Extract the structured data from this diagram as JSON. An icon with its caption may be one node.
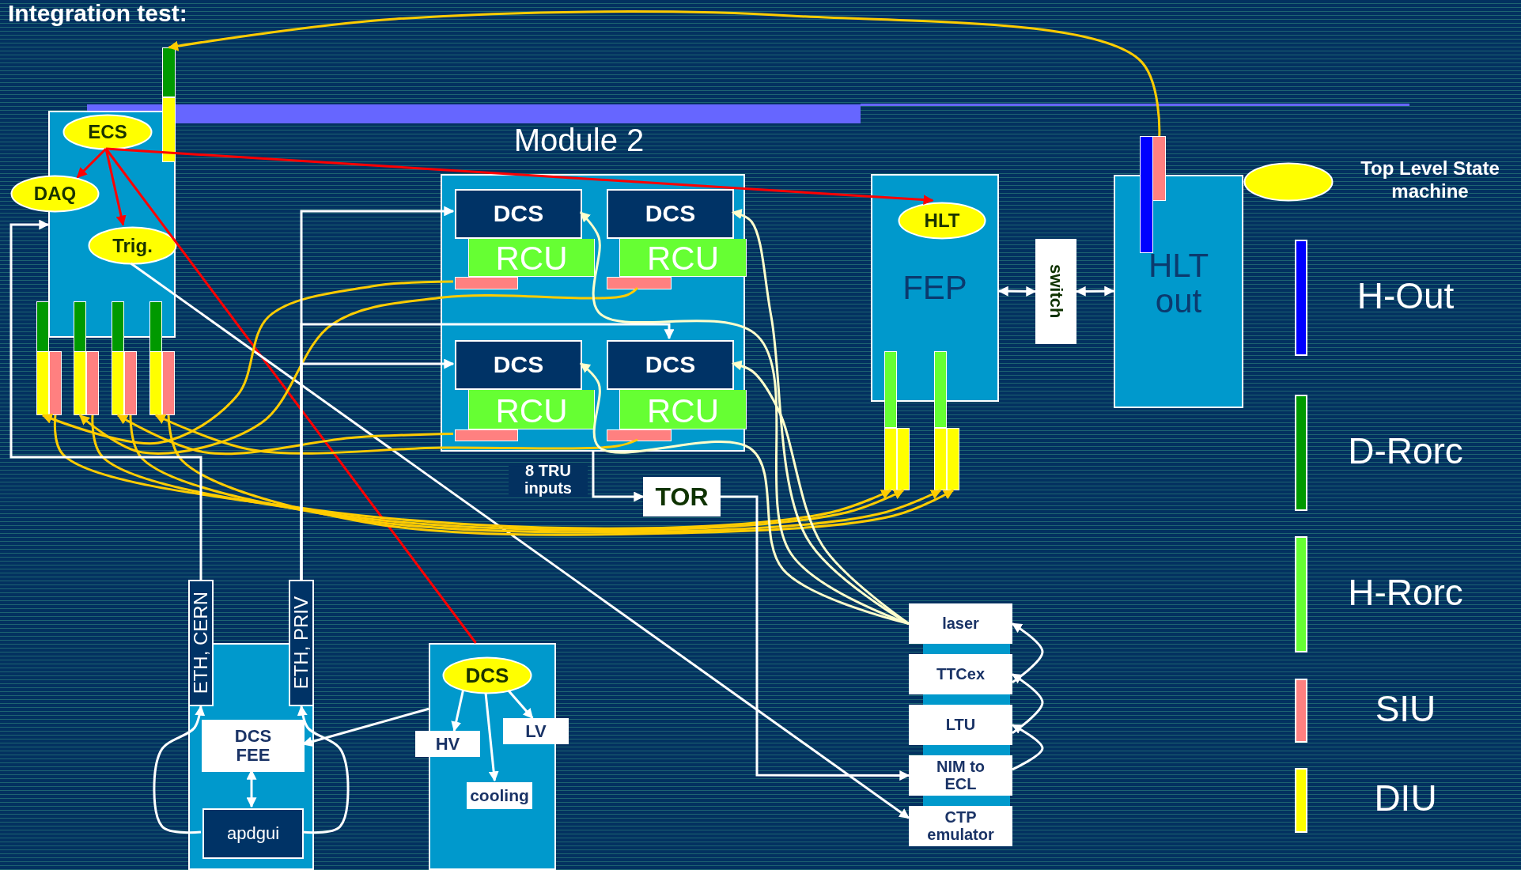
{
  "diagram": {
    "title": "Integration test:",
    "nodes": [
      {
        "text": [],
        "shape": "box"
      },
      {
        "text": [
          "ECS"
        ],
        "in": 0
      },
      {
        "text": [
          "DAQ"
        ]
      },
      {
        "text": [
          "Trig."
        ],
        "in": 0
      },
      {
        "text": [],
        "shape": "bar"
      },
      {
        "text": [],
        "shape": "bar"
      },
      {
        "text": [],
        "shape": "bar"
      },
      {
        "text": [],
        "shape": "bar"
      },
      {
        "text": [],
        "shape": "bar"
      },
      {
        "text": [],
        "shape": "box"
      },
      {
        "text": [
          "DCS"
        ],
        "in": 9
      },
      {
        "text": [
          "RCU"
        ],
        "in": 9
      },
      {
        "text": [],
        "shape": "bar",
        "in": 9
      },
      {
        "text": [
          "DCS"
        ],
        "in": 9
      },
      {
        "text": [
          "RCU"
        ],
        "in": 9
      },
      {
        "text": [],
        "shape": "bar",
        "in": 9
      },
      {
        "text": [
          "DCS"
        ],
        "in": 9
      },
      {
        "text": [
          "RCU"
        ],
        "in": 9
      },
      {
        "text": [],
        "shape": "bar",
        "in": 9
      },
      {
        "text": [
          "DCS"
        ],
        "in": 9
      },
      {
        "text": [
          "RCU"
        ],
        "in": 9
      },
      {
        "text": [],
        "shape": "bar",
        "in": 9
      },
      {
        "text": [
          "TOR"
        ]
      },
      {
        "text": [
          "FEP"
        ]
      },
      {
        "text": [
          "HLT"
        ],
        "in": 23
      },
      {
        "text": [],
        "shape": "bar"
      },
      {
        "text": [],
        "shape": "bar"
      },
      {
        "text": [
          "switch"
        ]
      },
      {
        "text": [
          "HLT out"
        ]
      },
      {
        "text": [],
        "shape": "bar"
      },
      {
        "text": [],
        "shape": "ellipse",
        "beside": [
          "Top Level State machine"
        ]
      },
      {
        "text": [
          "ETH, CERN"
        ]
      },
      {
        "text": [
          "ETH, PRIV"
        ]
      },
      {
        "text": [],
        "shape": "box"
      },
      {
        "text": [
          "DCS FEE"
        ],
        "in": 33
      },
      {
        "text": [
          "apdgui"
        ],
        "in": 33
      },
      {
        "text": [],
        "shape": "box"
      },
      {
        "text": [
          "DCS"
        ],
        "in": 36
      },
      {
        "text": [
          "HV"
        ]
      },
      {
        "text": [
          "LV"
        ]
      },
      {
        "text": [
          "cooling"
        ],
        "in": 36
      },
      {
        "text": [
          "laser"
        ]
      },
      {
        "text": [
          "TTCex"
        ]
      },
      {
        "text": [
          "LTU"
        ]
      },
      {
        "text": [
          "NIM to ECL"
        ]
      },
      {
        "text": [
          "CTP emulator"
        ]
      }
    ],
    "edges": [
      {
        "from": 1,
        "to": 2,
        "arrow": "to",
        "color": "#ff0000"
      },
      {
        "from": 1,
        "to": 3,
        "arrow": "to",
        "color": "#ff0000"
      },
      {
        "from": 1,
        "to": 24,
        "arrow": "to",
        "color": "#ff0000"
      },
      {
        "from": 1,
        "to": 36,
        "arrow": "none",
        "color": "#ff0000"
      },
      {
        "from": 3,
        "to": 45,
        "arrow": "to"
      },
      {
        "from": 29,
        "to": 4,
        "arrow": "to",
        "color": "#ffcc00"
      },
      {
        "from": 12,
        "to": 5,
        "arrow": "to",
        "color": "#ffcc00"
      },
      {
        "from": 15,
        "to": 6,
        "arrow": "to",
        "color": "#ffcc00"
      },
      {
        "from": 18,
        "to": 7,
        "arrow": "to",
        "color": "#ffcc00"
      },
      {
        "from": 21,
        "to": 8,
        "arrow": "to",
        "color": "#ffcc00"
      },
      {
        "from": 5,
        "to": 25,
        "arrow": "to",
        "color": "#ffcc00"
      },
      {
        "from": 6,
        "to": 25,
        "arrow": "to",
        "color": "#ffcc00"
      },
      {
        "from": 7,
        "to": 26,
        "arrow": "to",
        "color": "#ffcc00"
      },
      {
        "from": 8,
        "to": 26,
        "arrow": "to",
        "color": "#ffcc00"
      },
      {
        "from": 41,
        "to": 10,
        "arrow": "to",
        "color": "#ffffcc"
      },
      {
        "from": 41,
        "to": 13,
        "arrow": "to",
        "color": "#ffffcc"
      },
      {
        "from": 41,
        "to": 16,
        "arrow": "to",
        "color": "#ffffcc"
      },
      {
        "from": 41,
        "to": 19,
        "arrow": "to",
        "color": "#ffffcc"
      },
      {
        "from": 31,
        "to": 0,
        "arrow": "to"
      },
      {
        "from": 32,
        "to": 10,
        "arrow": "to"
      },
      {
        "from": 32,
        "to": 19,
        "arrow": "to"
      },
      {
        "from": 32,
        "to": 16,
        "arrow": "to"
      },
      {
        "from": 35,
        "to": 31,
        "arrow": "to"
      },
      {
        "from": 35,
        "to": 32,
        "arrow": "to"
      },
      {
        "from": 34,
        "to": 35,
        "arrow": "both"
      },
      {
        "from": 36,
        "to": 34,
        "arrow": "to"
      },
      {
        "from": 37,
        "to": 38,
        "arrow": "to"
      },
      {
        "from": 37,
        "to": 39,
        "arrow": "to"
      },
      {
        "from": 37,
        "to": 40,
        "arrow": "to"
      },
      {
        "from": 9,
        "to": 22,
        "arrow": "to",
        "label": "8 TRU inputs"
      },
      {
        "from": 22,
        "to": 44,
        "arrow": "to"
      },
      {
        "from": 44,
        "to": 43,
        "arrow": "to"
      },
      {
        "from": 43,
        "to": 42,
        "arrow": "to"
      },
      {
        "from": 42,
        "to": 41,
        "arrow": "to"
      },
      {
        "from": 23,
        "to": 27,
        "arrow": "both"
      },
      {
        "from": 27,
        "to": 28,
        "arrow": "both"
      }
    ],
    "labels": [
      "Module 2"
    ],
    "legend": [
      {
        "text": "H-Out",
        "color": "#0000ff"
      },
      {
        "text": "D-Rorc",
        "color": "#009900"
      },
      {
        "text": "H-Rorc",
        "color": "#66ff33"
      },
      {
        "text": "SIU",
        "color": "#ff8080"
      },
      {
        "text": "DIU",
        "color": "#ffff00"
      }
    ]
  }
}
